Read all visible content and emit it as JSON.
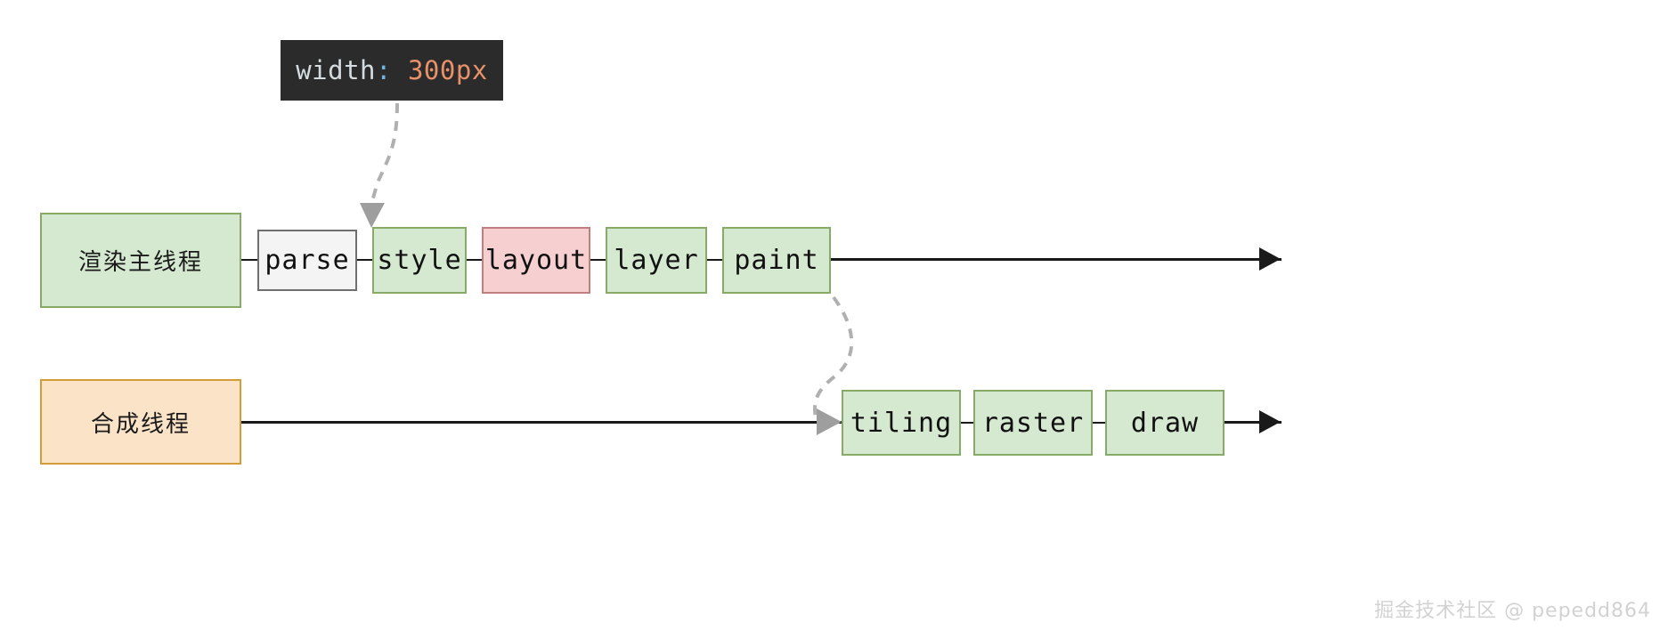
{
  "diagram": {
    "title": "browser-rendering-pipeline",
    "code_callout": {
      "property": "width",
      "separator": ":",
      "value": "300px",
      "full_text": "width: 300px"
    },
    "rows": [
      {
        "id": "main-thread",
        "label": "渲染主线程",
        "label_color": "#d5e8d0",
        "label_border": "#87ab66",
        "stages": [
          {
            "name": "parse",
            "variant": "plain",
            "fill": "#f4f4f4",
            "border": "#6f6f6f"
          },
          {
            "name": "style",
            "variant": "green",
            "fill": "#d5e8d0",
            "border": "#87ab66"
          },
          {
            "name": "layout",
            "variant": "pink",
            "fill": "#f6cfd1",
            "border": "#bf7f7f"
          },
          {
            "name": "layer",
            "variant": "green",
            "fill": "#d5e8d0",
            "border": "#87ab66"
          },
          {
            "name": "paint",
            "variant": "green",
            "fill": "#d5e8d0",
            "border": "#87ab66"
          }
        ]
      },
      {
        "id": "compositor-thread",
        "label": "合成线程",
        "label_color": "#fbe3c8",
        "label_border": "#d29c38",
        "stages": [
          {
            "name": "tiling",
            "variant": "green",
            "fill": "#d5e8d0",
            "border": "#87ab66"
          },
          {
            "name": "raster",
            "variant": "green",
            "fill": "#d5e8d0",
            "border": "#87ab66"
          },
          {
            "name": "draw",
            "variant": "green",
            "fill": "#d5e8d0",
            "border": "#87ab66"
          }
        ]
      }
    ],
    "connectors": [
      {
        "id": "callout-to-style",
        "style": "dashed",
        "color": "#b0b0b0",
        "from": "code-callout",
        "to": "style"
      },
      {
        "id": "paint-to-tiling",
        "style": "dashed",
        "color": "#b0b0b0",
        "from": "paint",
        "to": "tiling"
      }
    ],
    "colors": {
      "green_fill": "#d5e8d0",
      "green_border": "#87ab66",
      "pink_fill": "#f6cfd1",
      "pink_border": "#bf7f7f",
      "orange_fill": "#fbe3c8",
      "orange_border": "#d29c38",
      "plain_fill": "#f4f4f4",
      "plain_border": "#6f6f6f",
      "code_bg": "#2b2b2b",
      "code_prop": "#d4dce0",
      "code_colon": "#6fb3e0",
      "code_value": "#e8916a",
      "line": "#1a1a1a",
      "dash": "#b0b0b0",
      "watermark": "#d2d2d2"
    }
  },
  "watermark": {
    "text": "掘金技术社区 @ pepedd864"
  }
}
